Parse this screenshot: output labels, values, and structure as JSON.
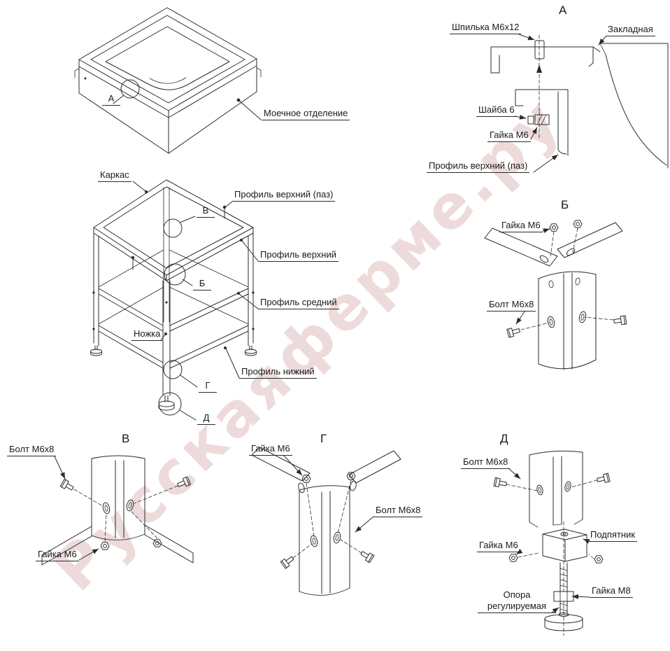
{
  "watermark": "Русскаяферме.ру",
  "colors": {
    "line": "#2b2b2b",
    "watermark": "#ddb9b9"
  },
  "sink": {
    "callout": "А",
    "label": "Моечное отделение"
  },
  "frame": {
    "karkas": "Каркас",
    "top_groove": "Профиль верхний (паз)",
    "top": "Профиль верхний",
    "middle": "Профиль средний",
    "leg": "Ножка",
    "bottom": "Профиль нижний",
    "callout_v": "В",
    "callout_b": "Б",
    "callout_g": "Г",
    "callout_d": "Д"
  },
  "detail_a": {
    "title": "А",
    "stud": "Шпилька М6х12",
    "embed": "Закладная",
    "washer": "Шайба 6",
    "nut": "Гайка М6",
    "profile": "Профиль верхний (паз)"
  },
  "detail_b": {
    "title": "Б",
    "nut": "Гайка М6",
    "bolt": "Болт М6х8"
  },
  "detail_v": {
    "title": "В",
    "bolt": "Болт М6х8",
    "nut": "Гайка М6"
  },
  "detail_g": {
    "title": "Г",
    "nut": "Гайка М6",
    "bolt": "Болт М6х8"
  },
  "detail_d": {
    "title": "Д",
    "bolt": "Болт М6х8",
    "heel": "Подпятник",
    "nut_m6": "Гайка М6",
    "nut_m8": "Гайка М8",
    "support": "Опора регулируемая"
  }
}
